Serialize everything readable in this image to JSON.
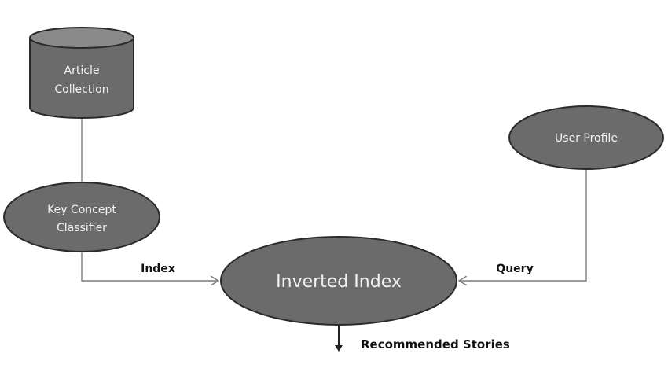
{
  "nodes": {
    "article_collection": {
      "line1": "Article",
      "line2": "Collection"
    },
    "key_concept_classifier": {
      "line1": "Key Concept",
      "line2": "Classifier"
    },
    "inverted_index": {
      "label": "Inverted Index"
    },
    "user_profile": {
      "label": "User Profile"
    }
  },
  "edges": {
    "index_label": "Index",
    "query_label": "Query",
    "output_label": "Recommended Stories"
  },
  "colors": {
    "node_fill": "#6b6b6b",
    "node_stroke": "#2a2a2a",
    "cylinder_top": "#8a8a8a",
    "edge": "#7a7a7a",
    "arrow_dark": "#222222"
  }
}
